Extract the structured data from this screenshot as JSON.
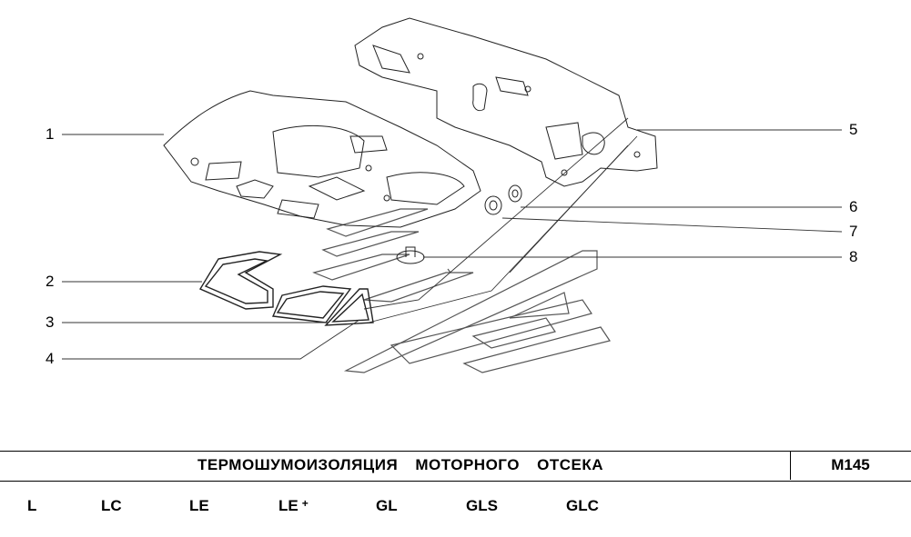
{
  "callouts": [
    "1",
    "2",
    "3",
    "4",
    "5",
    "6",
    "7",
    "8"
  ],
  "title": "ТЕРМОШУМОИЗОЛЯЦИЯ МОТОРНОГО ОТСЕКА",
  "code": "M145",
  "variants": [
    "L",
    "LC",
    "LE",
    "LE",
    "GL",
    "GLS",
    "GLC"
  ],
  "variant_superscript": "+"
}
